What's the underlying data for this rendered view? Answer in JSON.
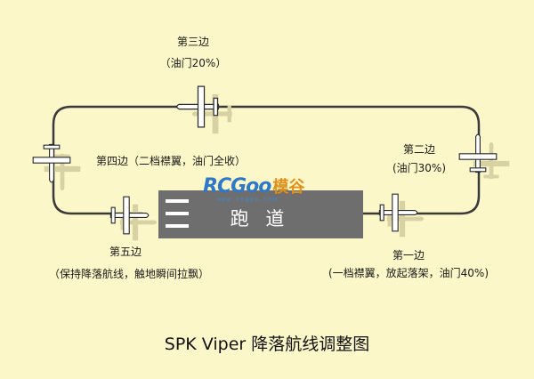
{
  "title": "SPK Viper 降落航线调整图",
  "runway_label": "跑 道",
  "watermark": {
    "brand": "RCGoo",
    "brand_cn": "模谷",
    "url": "www.rcgoo.com"
  },
  "legs": [
    {
      "name": "第一边",
      "detail": "(一档襟翼，放起落架，油门40%)"
    },
    {
      "name": "第二边",
      "detail": "(油门30%)"
    },
    {
      "name": "第三边",
      "detail": "（油门20%）"
    },
    {
      "name": "第四边（二档襟翼，油门全收）",
      "detail": ""
    },
    {
      "name": "第五边",
      "detail": "（保持降落航线，触地瞬间拉飘）"
    }
  ],
  "colors": {
    "background": "#fbf7c9",
    "path": "#3a3a3a",
    "runway": "#6e6e6e",
    "plane_fill": "#ffffff",
    "plane_shadow": "#d7d1a3",
    "brand_blue": "#2d78c8",
    "brand_orange": "#e0901a"
  }
}
